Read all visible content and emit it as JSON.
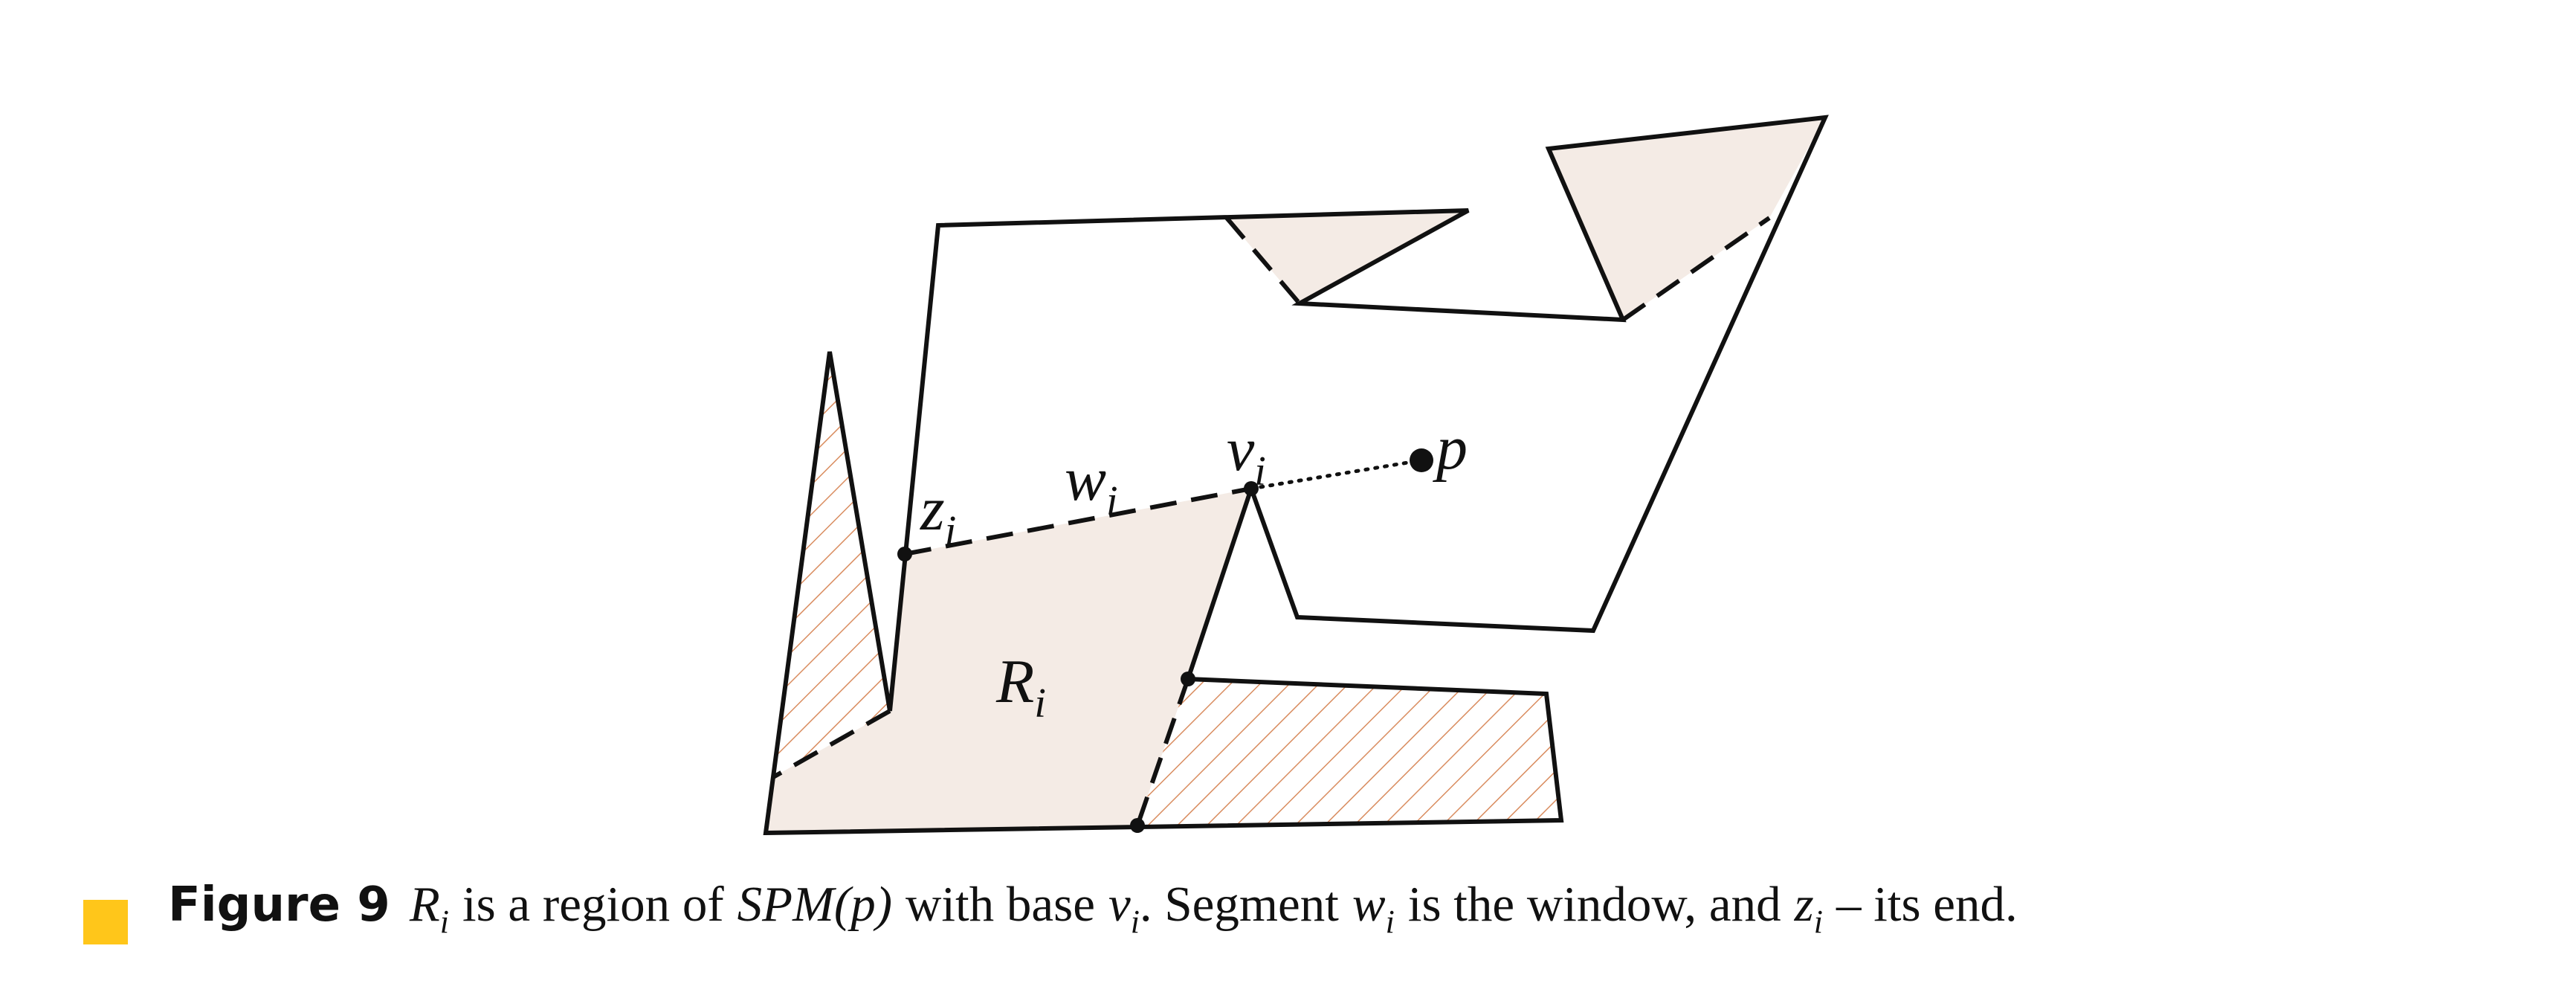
{
  "colors": {
    "region_fill": "#f4ebe5",
    "hatch": "#d98c5f",
    "stroke": "#111111",
    "caption_square": "#ffc61a"
  },
  "labels": {
    "z": {
      "base": "z",
      "sub": "i"
    },
    "w": {
      "base": "w",
      "sub": "i"
    },
    "v": {
      "base": "v",
      "sub": "i"
    },
    "p": "p",
    "R": {
      "base": "R",
      "sub": "i"
    }
  },
  "caption": {
    "figure_label": "Figure 9",
    "R_base": "R",
    "R_sub": "i",
    "t1": "is a region of",
    "spm": "SPM(p)",
    "t2": "with base",
    "v_base": "v",
    "v_sub": "i",
    "t3": ". Segment",
    "w_base": "w",
    "w_sub": "i",
    "t4": "is the window, and",
    "z_base": "z",
    "z_sub": "i",
    "t5": "– its end."
  }
}
